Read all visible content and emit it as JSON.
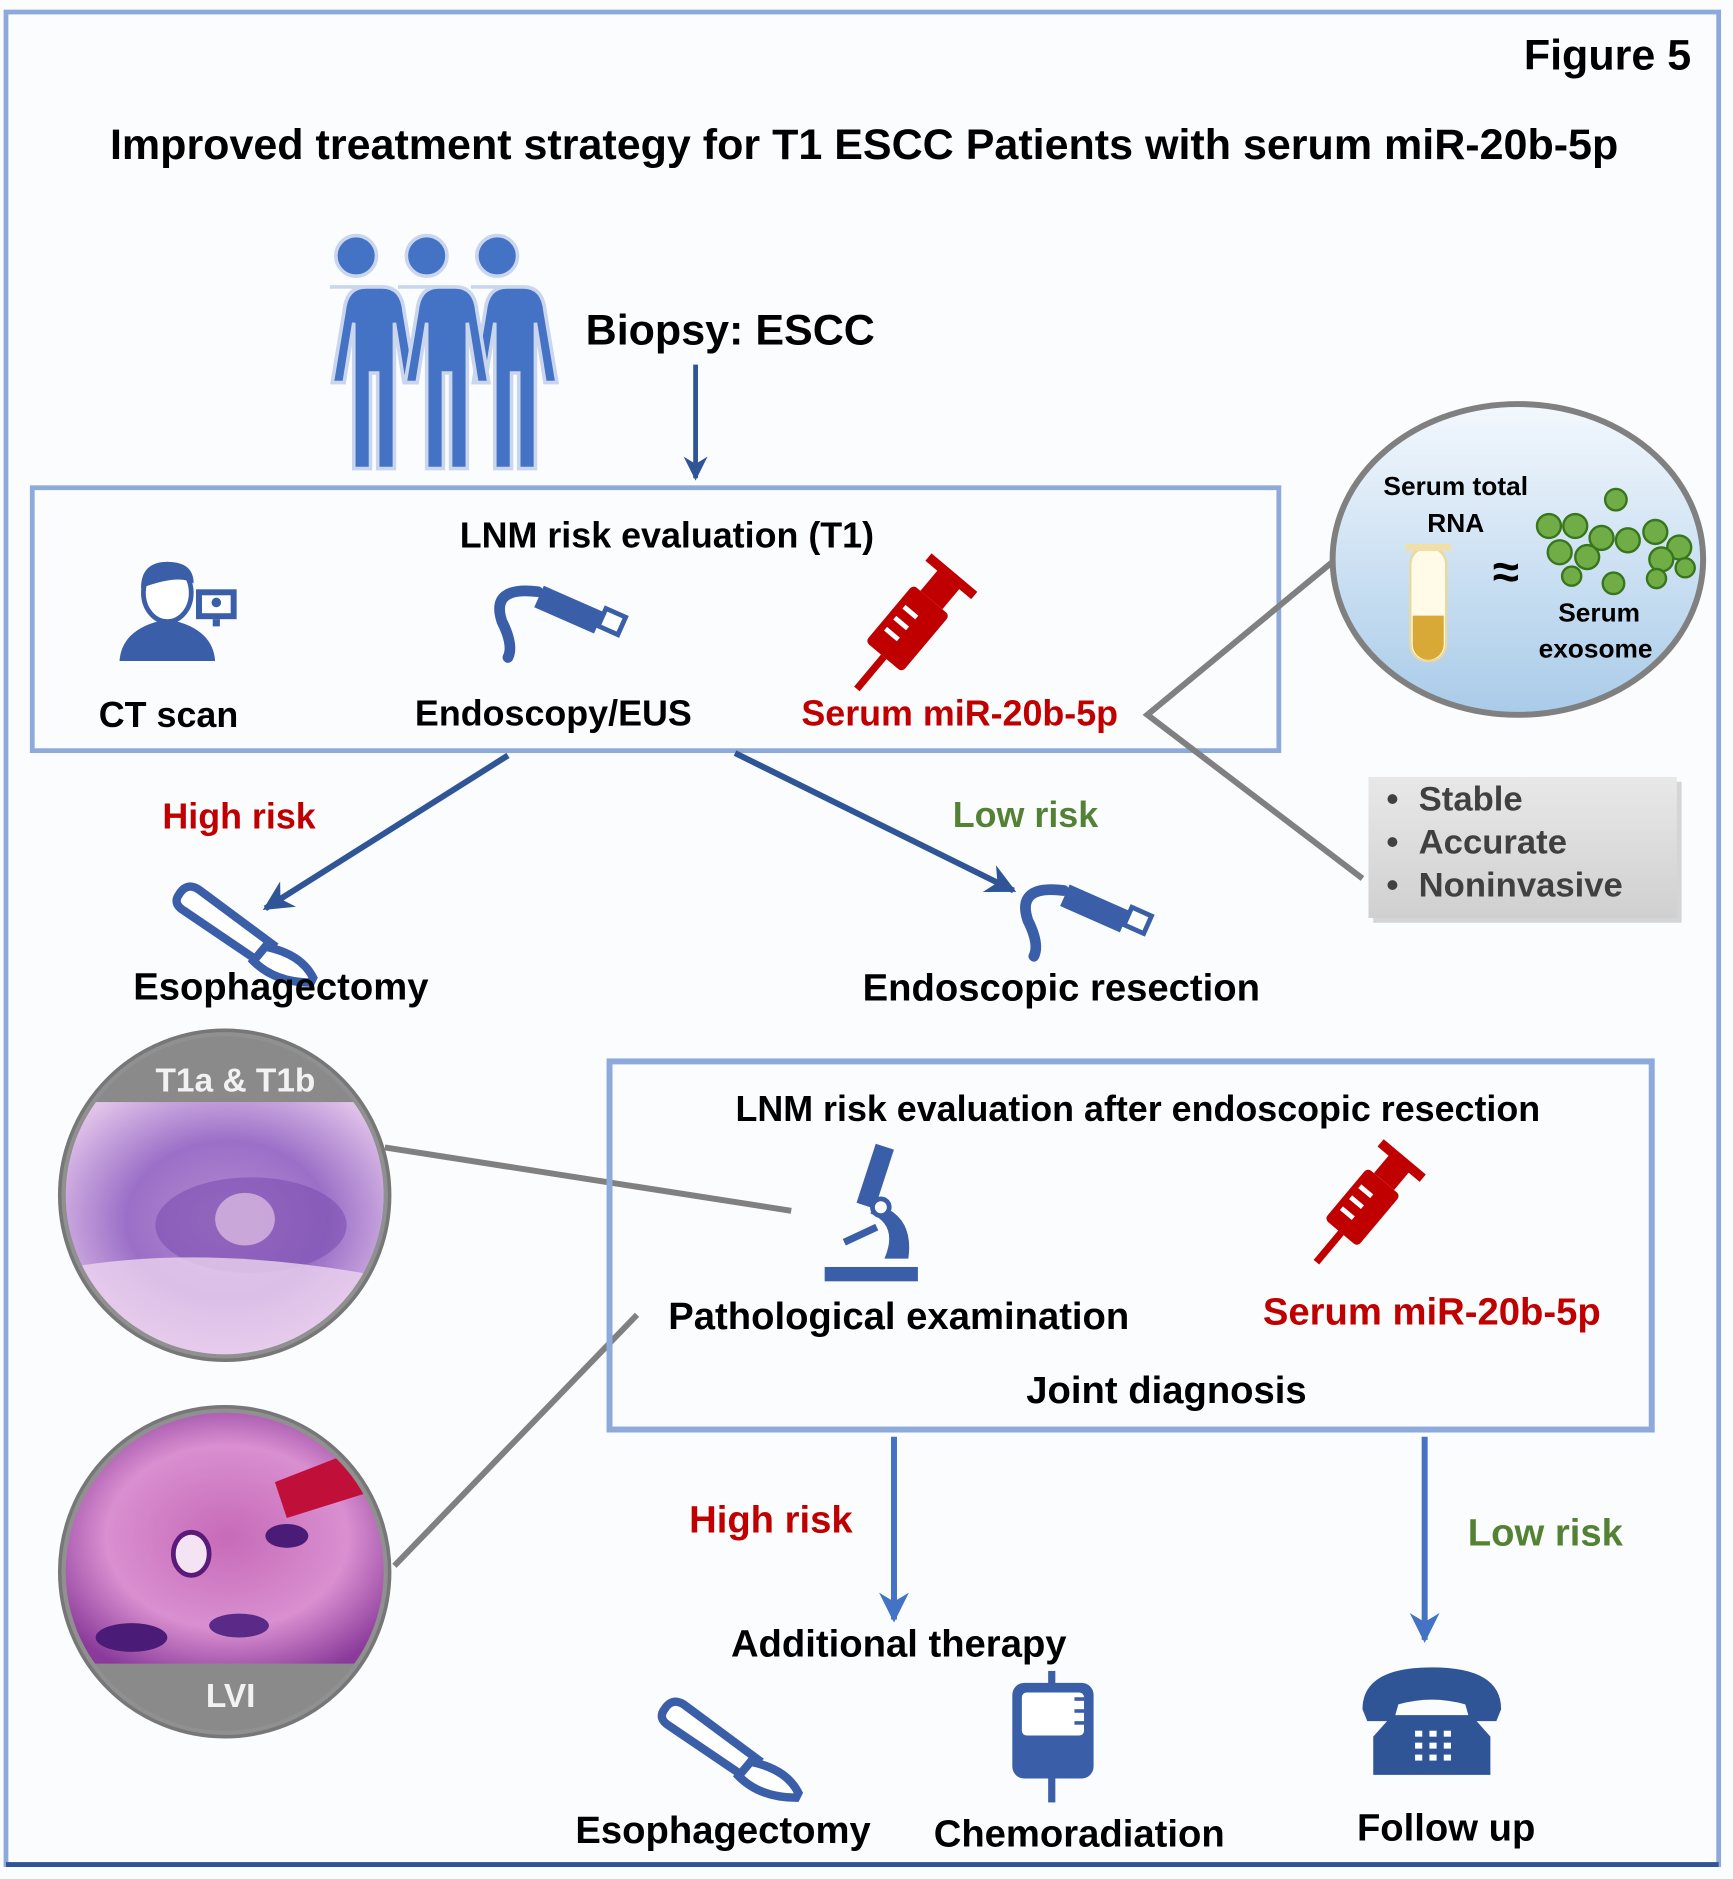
{
  "figure_label": "Figure 5",
  "title": "Improved treatment strategy for T1 ESCC Patients with serum miR-20b-5p",
  "biopsy": "Biopsy: ESCC",
  "box1": {
    "title": "LNM risk evaluation (T1)",
    "items": [
      "CT scan",
      "Endoscopy/EUS",
      "Serum miR-20b-5p"
    ]
  },
  "serum_circle": {
    "left_label_1": "Serum total",
    "left_label_2": "RNA",
    "approx": "≈",
    "right_label_1": "Serum",
    "right_label_2": "exosome"
  },
  "advantages": [
    "Stable",
    "Accurate",
    "Noninvasive"
  ],
  "branch1": {
    "high_risk": "High risk",
    "low_risk": "Low risk",
    "high_outcome": "Esophagectomy",
    "low_outcome": "Endoscopic resection"
  },
  "histology": {
    "top_label": "T1a & T1b",
    "bottom_label": "LVI"
  },
  "box2": {
    "title": "LNM risk evaluation after endoscopic resection",
    "pathology": "Pathological examination",
    "serum": "Serum miR-20b-5p",
    "joint": "Joint diagnosis"
  },
  "branch2": {
    "high_risk": "High risk",
    "low_risk": "Low risk",
    "additional": "Additional therapy",
    "therapies": [
      "Esophagectomy",
      "Chemoradiation"
    ],
    "follow_up": "Follow up"
  },
  "colors": {
    "blue": "#4472c4",
    "dark_blue": "#2f5597",
    "red": "#c00000",
    "green": "#548235",
    "frame": "#8eaadb",
    "gray": "#808080"
  }
}
